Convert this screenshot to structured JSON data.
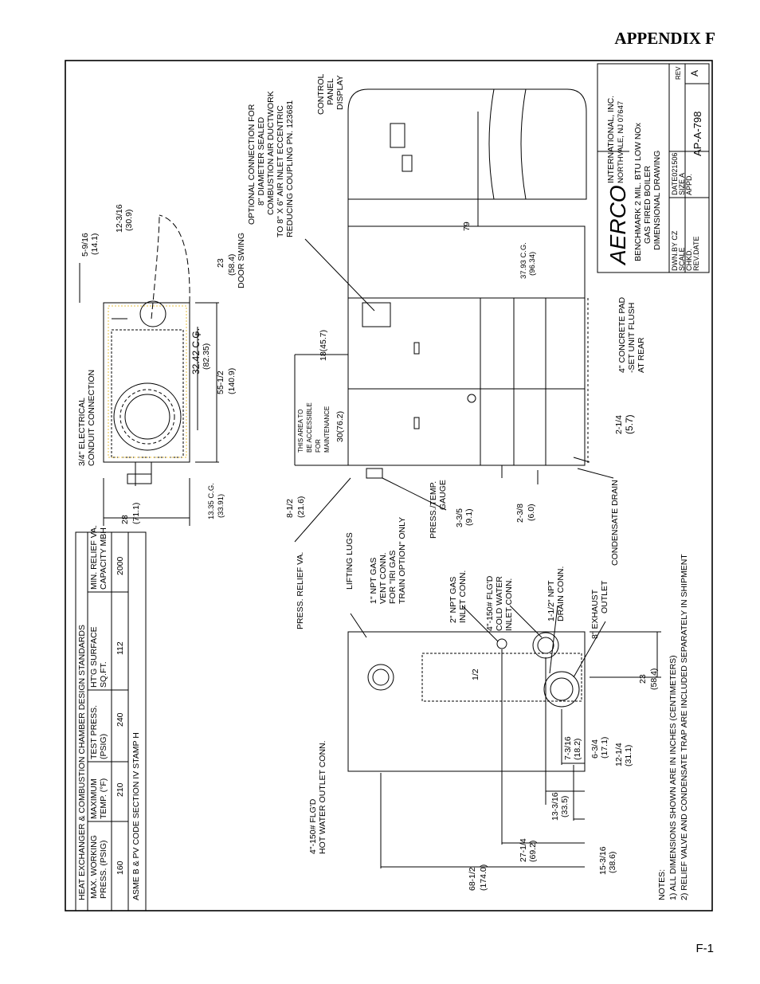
{
  "header": {
    "appendix": "APPENDIX F"
  },
  "footer": {
    "page": "F-1"
  },
  "design_table": {
    "title": "HEAT EXCHANGER & COMBUSTION CHAMBER DESIGN STANDARDS",
    "col1_h1": "MAX. WORKING",
    "col1_h2": "PRESS. (PSIG)",
    "col1_v": "160",
    "col2_h1": "MAXIMUM",
    "col2_h2": "TEMP. (°F)",
    "col2_v": "210",
    "col3_h1": "TEST PRESS.",
    "col3_h2": "(PSIG)",
    "col3_v": "240",
    "col4_h1": "HT'G SURFACE",
    "col4_h2": "SQ.FT.",
    "col4_v": "112",
    "col5_h1": "MIN. RELIEF VA.",
    "col5_h2": "CAPACITY MBH",
    "col5_v": "2000",
    "stamp": "ASME B & PV CODE SECTION IV STAMP H"
  },
  "top_view": {
    "d28": "28",
    "d28m": "(71.1)",
    "cg1": "13.35 C.G.",
    "cg1m": "(33.91)",
    "conduit1": "3/4\" ELECTRICAL",
    "conduit2": "CONDUIT CONNECTION",
    "cg2": "32.42 C.G.",
    "cg2m": "(82.35)",
    "d55": "55-1/2",
    "d55m": "(140.9)",
    "d23": "23",
    "d23m": "(58.4)",
    "door": "DOOR SWING",
    "d5": "5-9/16",
    "d5m": "(14.1)",
    "d12": "12-3/16",
    "d12m": "(30.9)"
  },
  "side_view": {
    "press_relief": "PRESS. RELIEF VA.",
    "d8": "8-1/2",
    "d8m": "(21.6)",
    "gauge1": "PRESS./TEMP.",
    "gauge2": "GAUGE",
    "d335": "3-3/5",
    "d335m": "(9.1)",
    "d238": "2-3/8",
    "d238m": "(6.0)",
    "condensate": "CONDENSATE DRAIN",
    "d214": "2-1/4",
    "d214m": "(5.7)",
    "pad1": "4\" CONCRETE PAD",
    "pad2": "-SET UNIT FLUSH",
    "pad3": "AT REAR",
    "area1": "THIS AREA TO",
    "area2": "BE ACCESSIBLE",
    "area3": "FOR",
    "area4": "MAINTENANCE",
    "d30": "30(76.2)",
    "d18": "18(45.7)",
    "cg3": "37.93 C.G.",
    "cg3m": "(96.34)",
    "d79": "79",
    "opt1": "OPTIONAL CONNECTION FOR",
    "opt2": "8\" DIAMETER SEALED",
    "opt3": "COMBUSTION AIR DUCTWORK",
    "opt4": "TO 8\" X 6\" AIR INLET ECCENTRIC",
    "opt5": "REDUCING COUPLING PN. 123681",
    "cp1": "CONTROL",
    "cp2": "PANEL",
    "cp3": "DISPLAY"
  },
  "rear_view": {
    "lifting": "LIFTING LUGS",
    "npt1a": "1\" NPT GAS",
    "npt1b": "VENT CONN.",
    "npt1c": "FOR \"IRI GAS",
    "npt1d": "TRAIN OPTION\" ONLY",
    "npt2a": "2\" NPT GAS",
    "npt2b": "INLET CONN.",
    "flg1a": "4\"-150# FLG'D",
    "flg1b": "COLD WATER",
    "flg1c": "INLET CONN.",
    "npt3a": "1-1/2\" NPT",
    "npt3b": "DRAIN CONN.",
    "exh1": "8\" EXHAUST",
    "exh2": "OUTLET",
    "half": "1/2",
    "d23b": "23",
    "d23bm": "(58.4)",
    "hot1": "4\"-150# FLG'D",
    "hot2": "HOT WATER OUTLET CONN.",
    "d7": "7-3/16",
    "d7m": "(18.2)",
    "d634": "6-3/4",
    "d634m": "(17.1)",
    "d1214": "12-1/4",
    "d1214m": "(31.1)",
    "d13": "13-3/16",
    "d13m": "(33.5)",
    "d27": "27-1/4",
    "d27m": "(69.2)",
    "d15": "15-3/16",
    "d15m": "(38.6)",
    "d68": "68-1/2",
    "d68m": "(174.0)",
    "notes": "NOTES:",
    "note1": "1) ALL DIMENSIONS SHOWN ARE IN INCHES (CENTIMETERS)",
    "note2": "2) RELIEF VALVE AND CONDENSATE TRAP ARE INCLUDED SEPARATELY IN SHIPMENT"
  },
  "title_block": {
    "logo": "AERCO",
    "co1": "INTERNATIONAL, INC.",
    "co2": "NORTHVALE, NJ  07647",
    "t1": "BENCHMARK 2 MIL. BTU LOW NOx",
    "t2": "GAS FIRED BOILER",
    "t3": "DIMENSIONAL DRAWING",
    "dwn": "DWN.BY CZ",
    "scale": "SCALE",
    "chkd": "CHKD.",
    "revdate": "REV.DATE",
    "date": "DATE021506",
    "size": "SIZE    A",
    "appd": "APPD.",
    "dwgno": "AP-A-798",
    "rev": "REV",
    "revv": "A"
  }
}
